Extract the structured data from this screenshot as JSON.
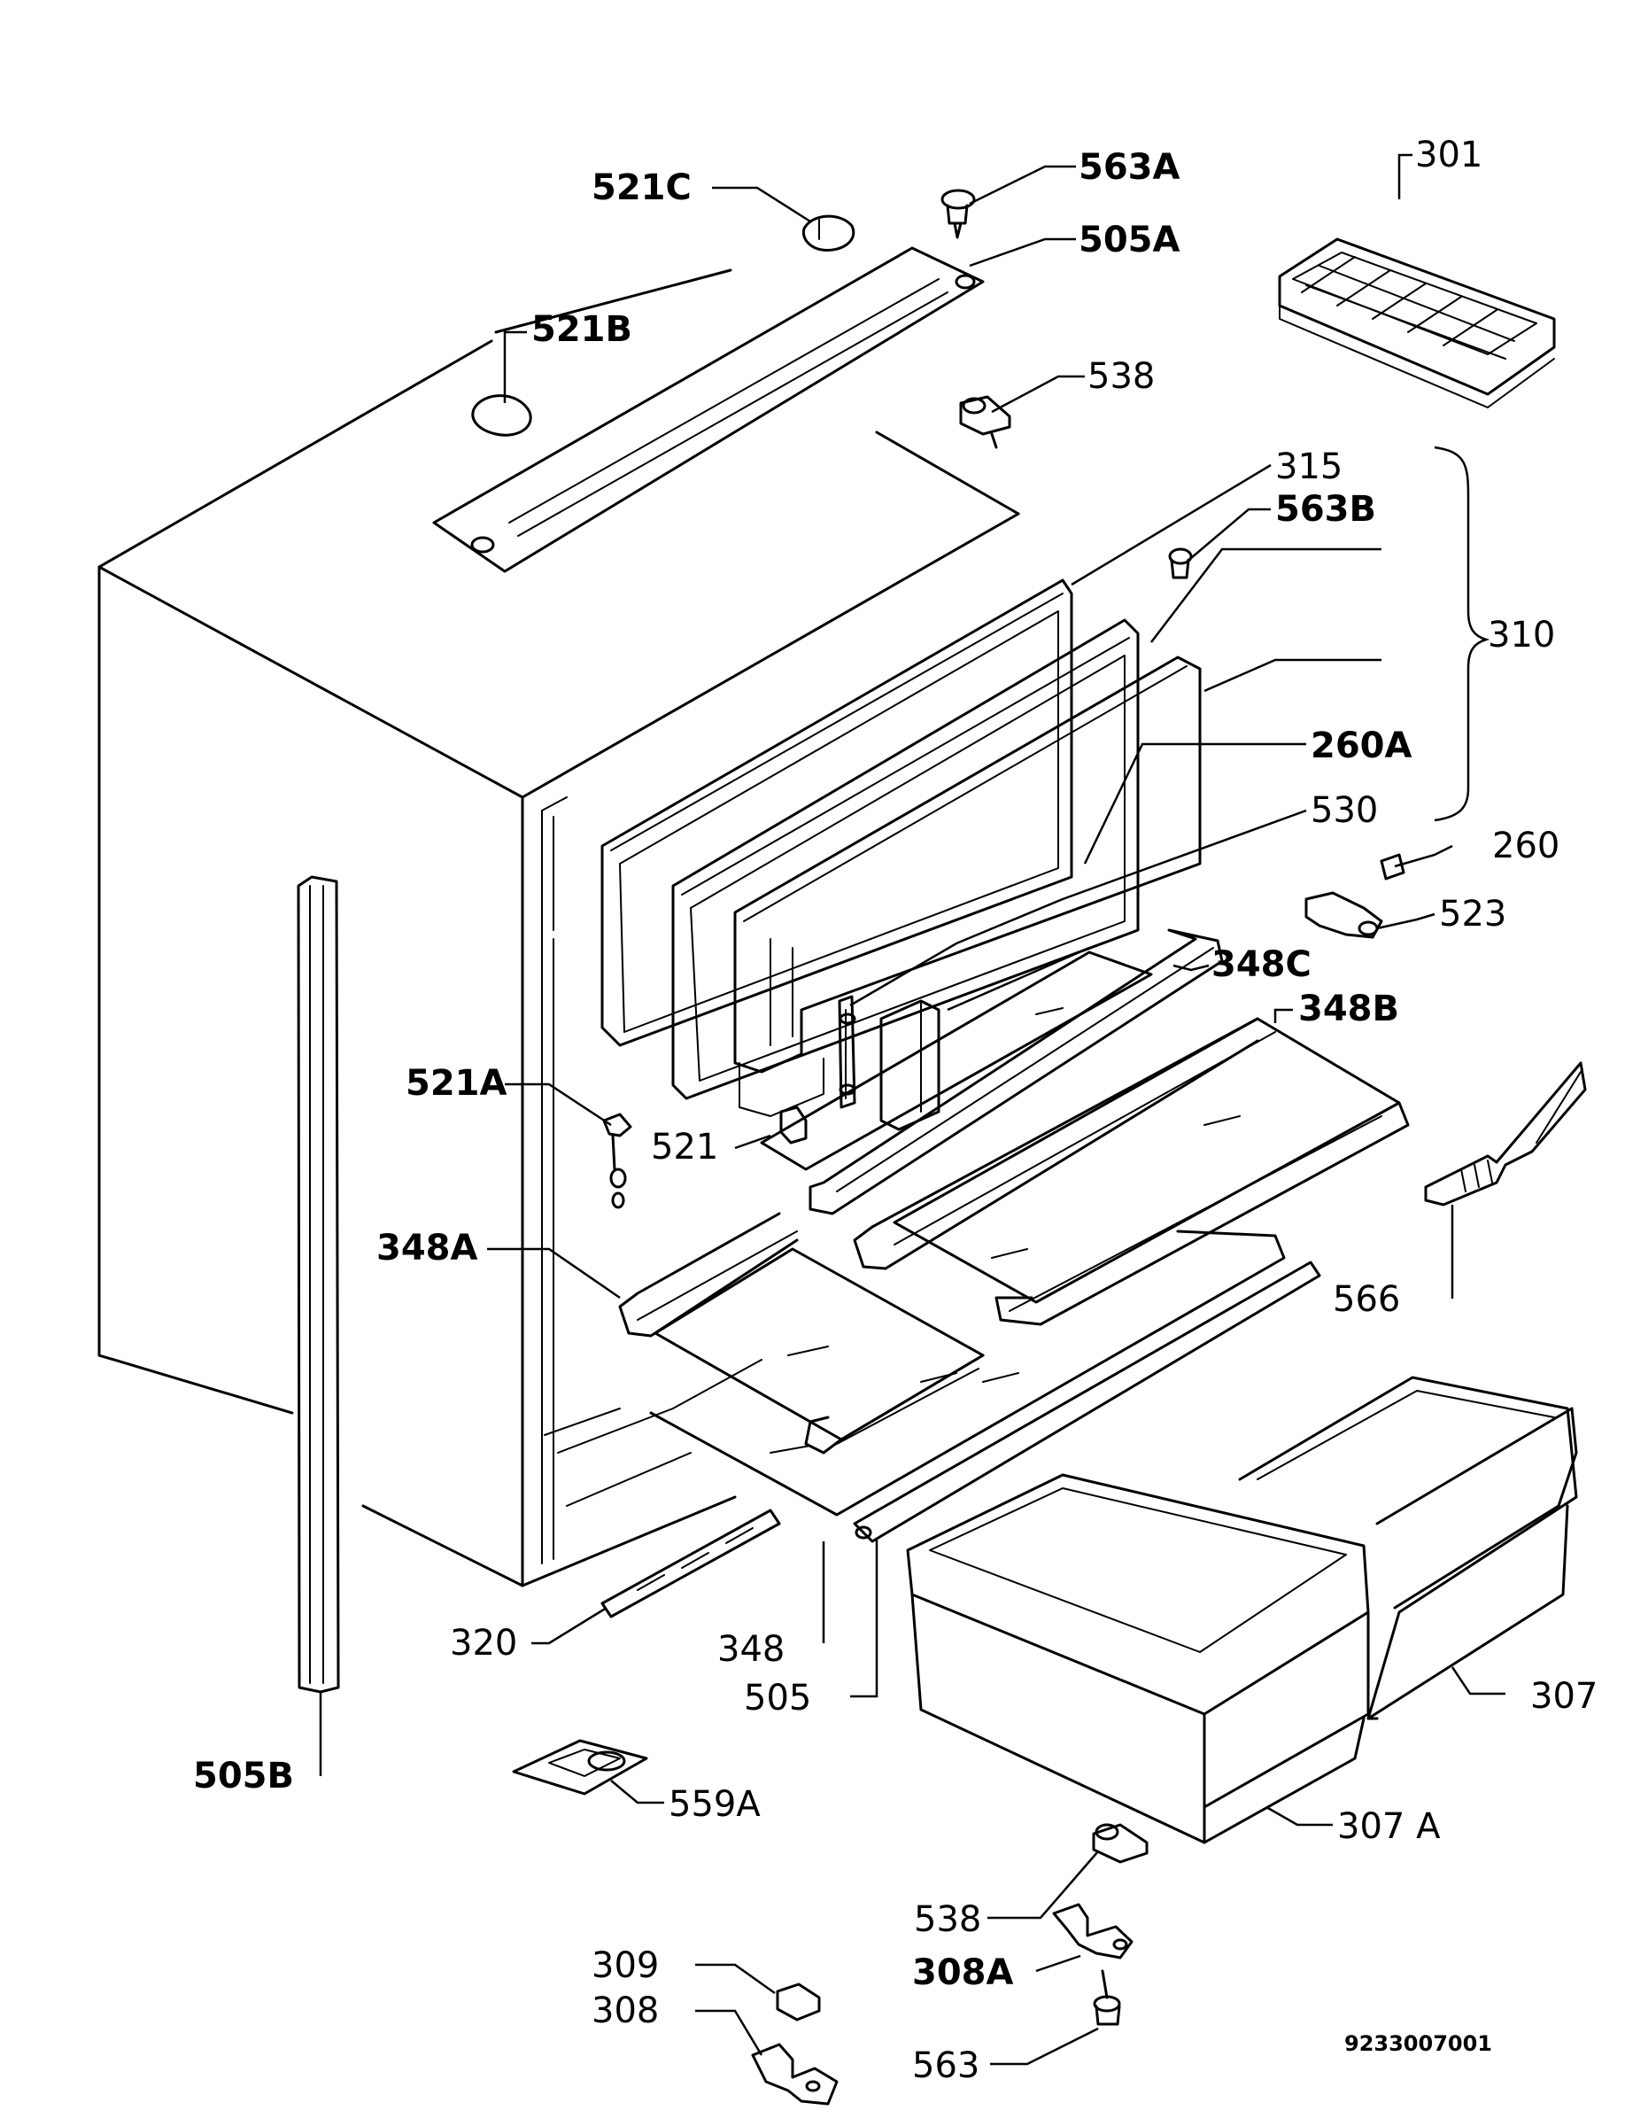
{
  "diagram_code": "9233007001",
  "labels": {
    "p521C": "521C",
    "p563A": "563A",
    "p505A": "505A",
    "p301": "301",
    "p521B": "521B",
    "p538_top": "538",
    "p315": "315",
    "p563B": "563B",
    "p310": "310",
    "p260A": "260A",
    "p530": "530",
    "p260": "260",
    "p523": "523",
    "p348C": "348C",
    "p348B": "348B",
    "p521A": "521A",
    "p521": "521",
    "p348A": "348A",
    "p566": "566",
    "p320": "320",
    "p348": "348",
    "p505": "505",
    "p307": "307",
    "p505B": "505B",
    "p559A": "559A",
    "p307A": "307 A",
    "p538_bottom": "538",
    "p309": "309",
    "p308": "308",
    "p308A": "308A",
    "p563": "563"
  }
}
